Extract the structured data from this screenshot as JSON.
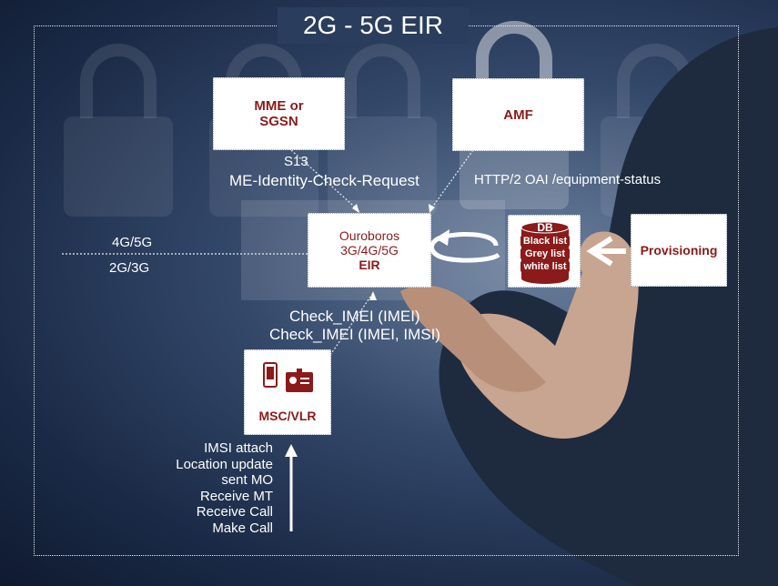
{
  "title": "2G - 5G EIR",
  "nodes": {
    "mme": [
      "MME or",
      "SGSN"
    ],
    "amf": "AMF",
    "eir": [
      "Ouroboros",
      "3G/4G/5G",
      "EIR"
    ],
    "db": {
      "label": "DB",
      "lists": [
        "Black list",
        "Grey list",
        "white list"
      ]
    },
    "provisioning": "Provisioning",
    "msc": "MSC/VLR"
  },
  "labels": {
    "s13": "S13",
    "me_identity": "ME-Identity-Check-Request",
    "http2": "HTTP/2 OAI /equipment-status",
    "g45": "4G/5G",
    "g23": "2G/3G",
    "check_imei_1": "Check_IMEI (IMEI)",
    "check_imei_2": "Check_IMEI (IMEI, IMSI)",
    "events": [
      "IMSI attach",
      "Location update",
      "sent MO",
      "Receive MT",
      "Receive Call",
      "Make Call"
    ]
  },
  "colors": {
    "accent": "#8b1a1a",
    "text": "#ffffff"
  },
  "icons": [
    "mobile-phone-icon",
    "id-card-icon",
    "cycle-arrow-icon",
    "left-arrow-icon",
    "up-arrow-icon"
  ]
}
